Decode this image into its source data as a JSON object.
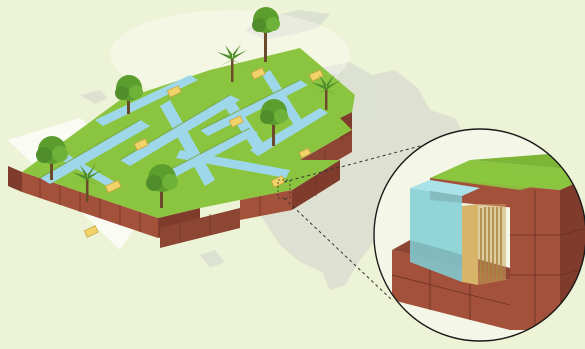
{
  "scene": {
    "background_color": "#edf3d6",
    "colors": {
      "grass_top": "#8bc53f",
      "grass_side": "#6fa12f",
      "soil_front": "#a4513c",
      "soil_side": "#7f3b2b",
      "water": "#9fd7ea",
      "gate_yellow": "#f2d36a",
      "map_silhouette": "#d6d9cf",
      "tree_trunk": "#6b4a2b",
      "tree_canopy": "#5c9e2e",
      "palm_frond": "#4f8e2b",
      "zoom_circle_stroke": "#1a1a1a",
      "panel_glass": "#7fcfd6",
      "panel_wood": "#d8b36a"
    },
    "elements": {
      "terrace_grid": "isometric-terrace-grid",
      "canals": "water-canals",
      "trees": "broadleaf-tree-icon",
      "palms": "palm-tree-icon",
      "zoom_detail": "magnified-gate-cross-section"
    }
  }
}
